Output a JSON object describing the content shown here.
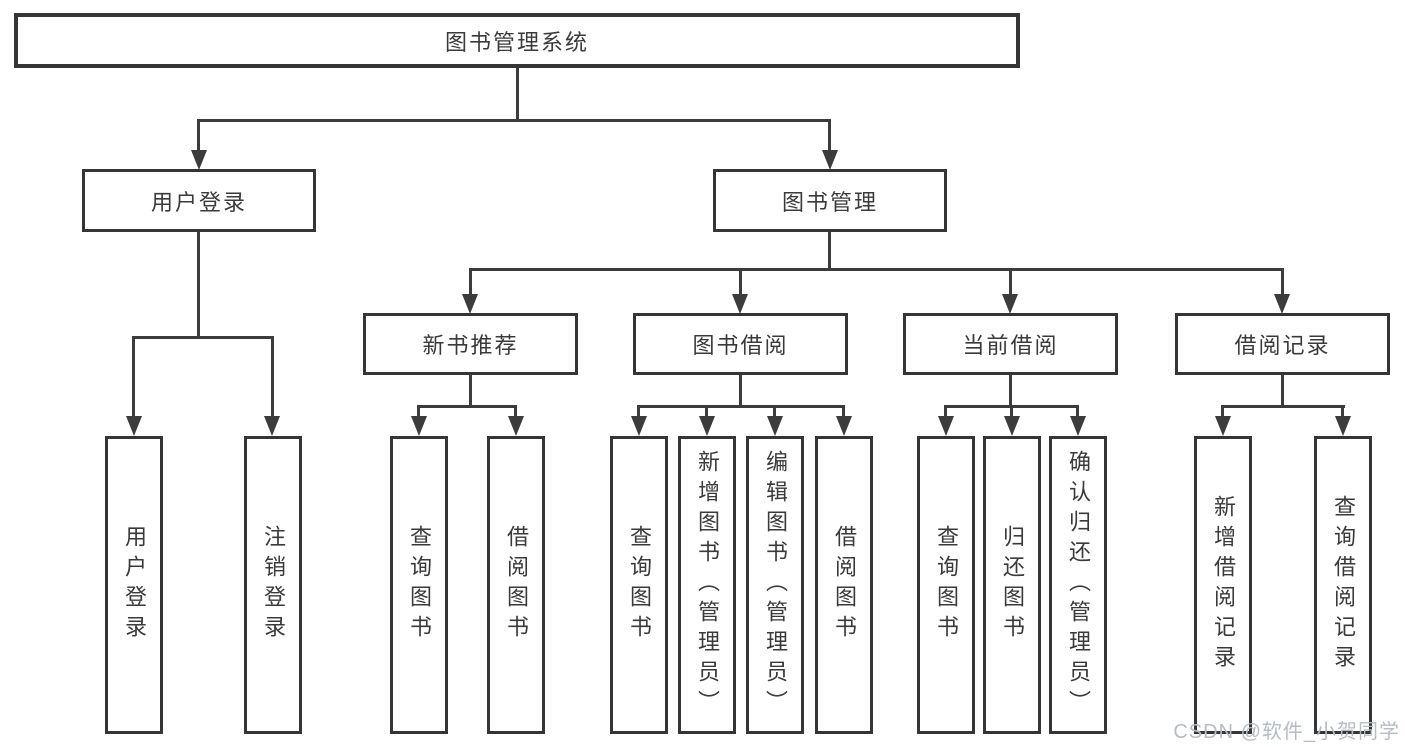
{
  "colors": {
    "line": "#3c3c3c",
    "box_border": "#353535",
    "text": "#3a3a3a",
    "background": "#ffffff",
    "watermark": "#b5bcc3"
  },
  "tree": {
    "root": {
      "label": "图书管理系统"
    },
    "l2": [
      {
        "label": "用户登录"
      },
      {
        "label": "图书管理"
      }
    ],
    "l3": [
      {
        "label": "新书推荐"
      },
      {
        "label": "图书借阅"
      },
      {
        "label": "当前借阅"
      },
      {
        "label": "借阅记录"
      }
    ],
    "leaves": {
      "login": [
        "用户登录",
        "注销登录"
      ],
      "recommend": [
        "查询图书",
        "借阅图书"
      ],
      "borrow": [
        "查询图书",
        "新增图书（管理员）",
        "编辑图书（管理员）",
        "借阅图书"
      ],
      "current": [
        "查询图书",
        "归还图书",
        "确认归还（管理员）"
      ],
      "records": [
        "新增借阅记录",
        "查询借阅记录"
      ]
    }
  },
  "watermark": {
    "text": "CSDN @软件_小贺同学"
  }
}
